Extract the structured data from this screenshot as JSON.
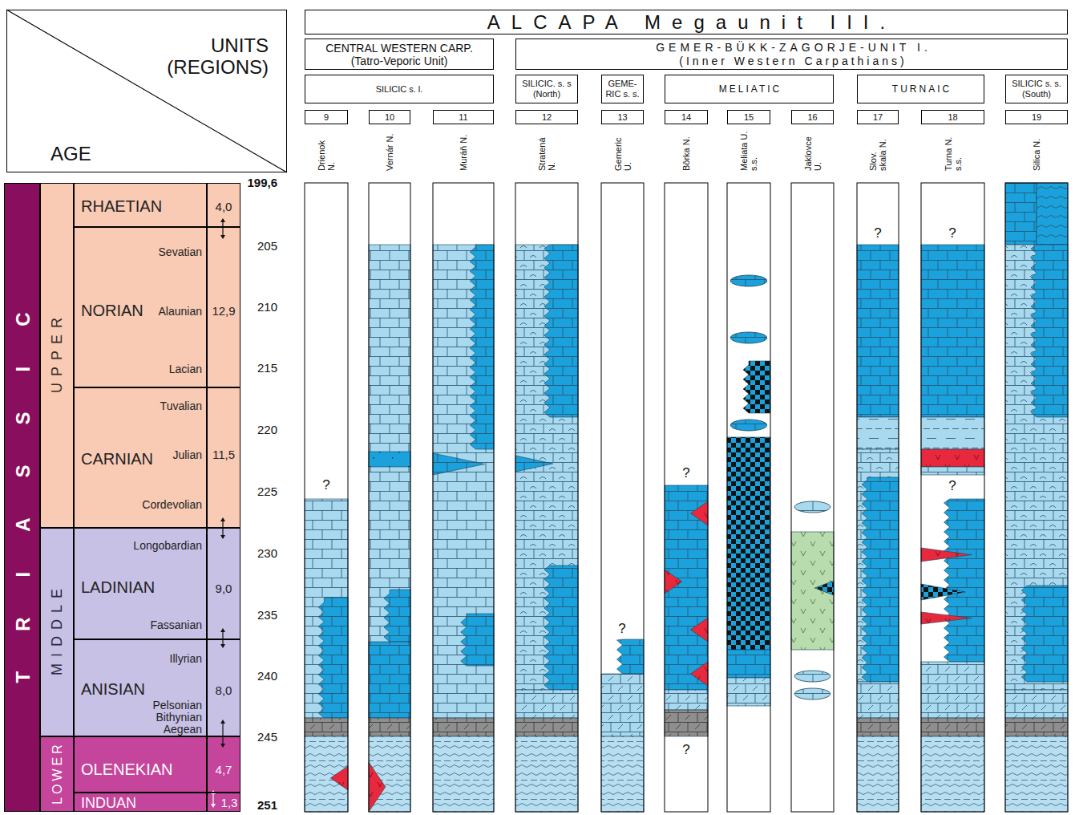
{
  "diagram": {
    "nodes": [
      {
        "text": [
          "UNITS (REGIONS)",
          "AGE"
        ]
      },
      {
        "text": [
          "ALCAPA Megaunit III."
        ]
      },
      {
        "text": [
          "CENTRAL WESTERN CARP.",
          "(Tatro-Veporic Unit)"
        ]
      },
      {
        "text": [
          "GEMER-BÜKK-ZAGORJE-UNIT I.",
          "(Inner Western Carpathians)"
        ]
      },
      {
        "text": [
          "SILICIC s. l."
        ]
      },
      {
        "text": [
          "SILICIC. s. s (North)"
        ]
      },
      {
        "text": [
          "GEME- RIC s. s."
        ]
      },
      {
        "text": [
          "MELIATIC"
        ]
      },
      {
        "text": [
          "TURNAIC"
        ]
      },
      {
        "text": [
          "SILICIC s. s. (South)"
        ]
      },
      {
        "text": [
          "9"
        ]
      },
      {
        "text": [
          "10"
        ]
      },
      {
        "text": [
          "11"
        ]
      },
      {
        "text": [
          "12"
        ]
      },
      {
        "text": [
          "13"
        ]
      },
      {
        "text": [
          "14"
        ]
      },
      {
        "text": [
          "15"
        ]
      },
      {
        "text": [
          "16"
        ]
      },
      {
        "text": [
          "17"
        ]
      },
      {
        "text": [
          "18"
        ]
      },
      {
        "text": [
          "19"
        ]
      },
      {
        "text": [
          "TRIASSIC"
        ]
      },
      {
        "text": [
          "UPPER"
        ]
      },
      {
        "text": [
          "MIDDLE"
        ]
      },
      {
        "text": [
          "LOWER"
        ]
      },
      {
        "text": [
          "RHAETIAN"
        ]
      },
      {
        "text": [
          "4,0"
        ]
      },
      {
        "text": [
          "NORIAN",
          "Sevatian",
          "Alaunian",
          "Lacian"
        ]
      },
      {
        "text": [
          "12,9"
        ]
      },
      {
        "text": [
          "CARNIAN",
          "Tuvalian",
          "Julian",
          "Cordevolian"
        ]
      },
      {
        "text": [
          "11,5"
        ]
      },
      {
        "text": [
          "LADINIAN",
          "Longobardian",
          "Fassanian"
        ]
      },
      {
        "text": [
          "9,0"
        ]
      },
      {
        "text": [
          "ANISIAN",
          "Illyrian",
          "Pelsonian",
          "Bithynian",
          "Aegean"
        ]
      },
      {
        "text": [
          "8,0"
        ]
      },
      {
        "text": [
          "OLENEKIAN"
        ]
      },
      {
        "text": [
          "4,7"
        ]
      },
      {
        "text": [
          "INDUAN"
        ]
      },
      {
        "text": [
          "1,3"
        ]
      }
    ],
    "labels": [
      "Drienok N.",
      "Vernár N.",
      "Muráň N.",
      "Stratená N.",
      "Gemeric U.",
      "Bôrka N.",
      "Meliata U. s.s.",
      "Jaklovce U.",
      "Slov. skala N.",
      "Turna N. s.s.",
      "Silica N.",
      "199,6",
      "205",
      "210",
      "215",
      "220",
      "225",
      "230",
      "235",
      "240",
      "245",
      "251",
      "?",
      "?",
      "?",
      "?",
      "?",
      "?",
      "?"
    ]
  }
}
